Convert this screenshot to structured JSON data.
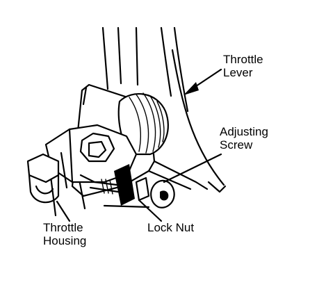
{
  "diagram": {
    "colors": {
      "ink": "#000000",
      "paper": "#ffffff"
    },
    "callouts": {
      "throttle_lever": {
        "line1": "Throttle",
        "line2": "Lever"
      },
      "adjusting_screw": {
        "line1": "Adjusting",
        "line2": "Screw"
      },
      "throttle_housing": {
        "line1": "Throttle",
        "line2": "Housing"
      },
      "lock_nut": {
        "line1": "Lock Nut"
      }
    }
  }
}
